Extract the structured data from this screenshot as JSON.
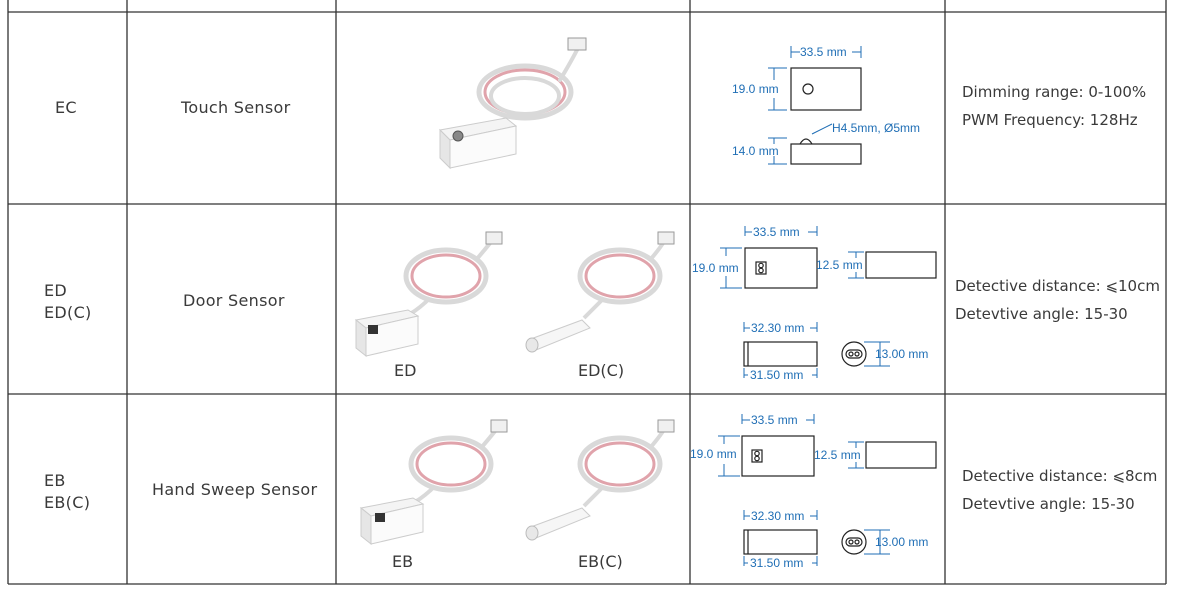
{
  "rows": [
    {
      "model": [
        "EC"
      ],
      "name": "Touch Sensor",
      "image_labels": [],
      "dims": {
        "width": "33.5 mm",
        "height": "19.0 mm",
        "depth": "14.0 mm",
        "button": "H4.5mm, Ø5mm"
      },
      "specs": [
        "Dimming range: 0-100%",
        "PWM Frequency: 128Hz"
      ]
    },
    {
      "model": [
        "ED",
        "ED(C)"
      ],
      "name": "Door Sensor",
      "image_labels": [
        "ED",
        "ED(C)"
      ],
      "dims": {
        "width": "33.5 mm",
        "height": "19.0 mm",
        "thickness": "12.5 mm",
        "cyl_outer": "32.30 mm",
        "cyl_inner": "31.50 mm",
        "cyl_diameter": "13.00 mm"
      },
      "specs": [
        "Detective distance: ⩽10cm",
        "Detevtive angle: 15-30"
      ]
    },
    {
      "model": [
        "EB",
        "EB(C)"
      ],
      "name": "Hand Sweep Sensor",
      "image_labels": [
        "EB",
        "EB(C)"
      ],
      "dims": {
        "width": "33.5 mm",
        "height": "19.0 mm",
        "thickness": "12.5 mm",
        "cyl_outer": "32.30 mm",
        "cyl_inner": "31.50 mm",
        "cyl_diameter": "13.00 mm"
      },
      "specs": [
        "Detective distance: ⩽8cm",
        "Detevtive angle: 15-30"
      ]
    }
  ],
  "colors": {
    "grid": "#333333",
    "dimension": "#1f6eb5",
    "cable_red": "#d98b95",
    "cable_white": "#d9d9d9"
  }
}
